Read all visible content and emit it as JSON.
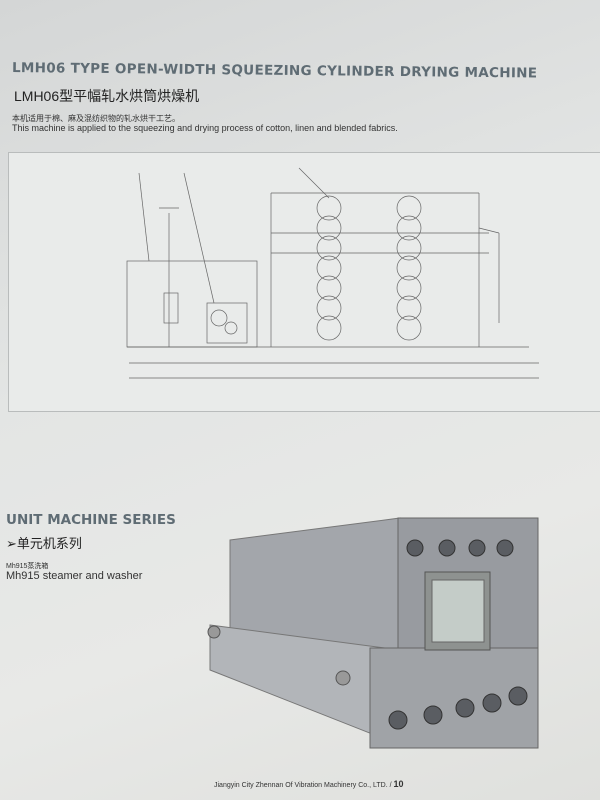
{
  "header": {
    "title_en": "LMH06 TYPE OPEN-WIDTH SQUEEZING CYLINDER DRYING MACHINE",
    "title_cn": "LMH06型平幅轧水烘筒烘燥机",
    "description_cn": "本机适用于棉、麻及混纺织物的轧水烘干工艺。",
    "description_en": "This machine is applied to the squeezing and drying process of cotton, linen and blended fabrics."
  },
  "unit_series": {
    "title_en": "UNIT MACHINE SERIES",
    "title_cn": "单元机系列",
    "model_cn": "Mh915蒸洗箱",
    "model_en": "Mh915 steamer and washer"
  },
  "footer": {
    "company": "Jiangyin City Zhennan Of Vibration Machinery Co., LTD.",
    "page_number": "10"
  },
  "colors": {
    "heading": "#5f6c74",
    "machine": "#9ea1a6"
  }
}
